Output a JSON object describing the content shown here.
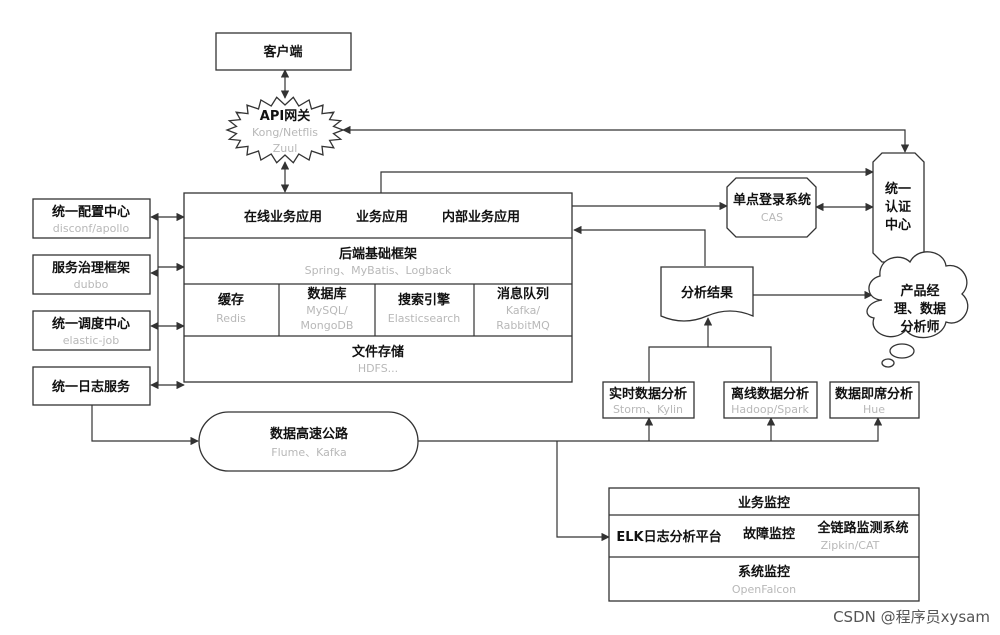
{
  "client": {
    "title": "客户端"
  },
  "gateway": {
    "title": "API网关",
    "sub1": "Kong/Netflis",
    "sub2": "Zuul"
  },
  "left": [
    {
      "title": "统一配置中心",
      "sub": "disconf/apollo"
    },
    {
      "title": "服务治理框架",
      "sub": "dubbo"
    },
    {
      "title": "统一调度中心",
      "sub": "elastic-job"
    },
    {
      "title": "统一日志服务",
      "sub": ""
    }
  ],
  "app": {
    "online": "在线业务应用",
    "business": "业务应用",
    "internal": "内部业务应用",
    "backend_title": "后端基础框架",
    "backend_sub": "Spring、MyBatis、Logback",
    "cells": [
      {
        "title": "缓存",
        "sub1": "Redis",
        "sub2": ""
      },
      {
        "title": "数据库",
        "sub1": "MySQL/",
        "sub2": "MongoDB"
      },
      {
        "title": "搜索引擎",
        "sub1": "Elasticsearch",
        "sub2": ""
      },
      {
        "title": "消息队列",
        "sub1": "Kafka/",
        "sub2": "RabbitMQ"
      }
    ],
    "storage_title": "文件存储",
    "storage_sub": "HDFS..."
  },
  "sso": {
    "title": "单点登录系统",
    "sub": "CAS"
  },
  "auth": {
    "line1": "统一",
    "line2": "认证",
    "line3": "中心"
  },
  "analysis_result": {
    "title": "分析结果"
  },
  "analyst": {
    "line1": "产品经",
    "line2": "理、数据",
    "line3": "分析师"
  },
  "analytics": [
    {
      "title": "实时数据分析",
      "sub": "Storm、Kylin"
    },
    {
      "title": "离线数据分析",
      "sub": "Hadoop/Spark"
    },
    {
      "title": "数据即席分析",
      "sub": "Hue"
    }
  ],
  "highway": {
    "title": "数据高速公路",
    "sub": "Flume、Kafka"
  },
  "monitor": {
    "business": "业务监控",
    "elk": "ELK日志分析平台",
    "fault": "故障监控",
    "trace_title": "全链路监测系统",
    "trace_sub": "Zipkin/CAT",
    "system_title": "系统监控",
    "system_sub": "OpenFalcon"
  },
  "watermark": "CSDN @程序员xysam"
}
